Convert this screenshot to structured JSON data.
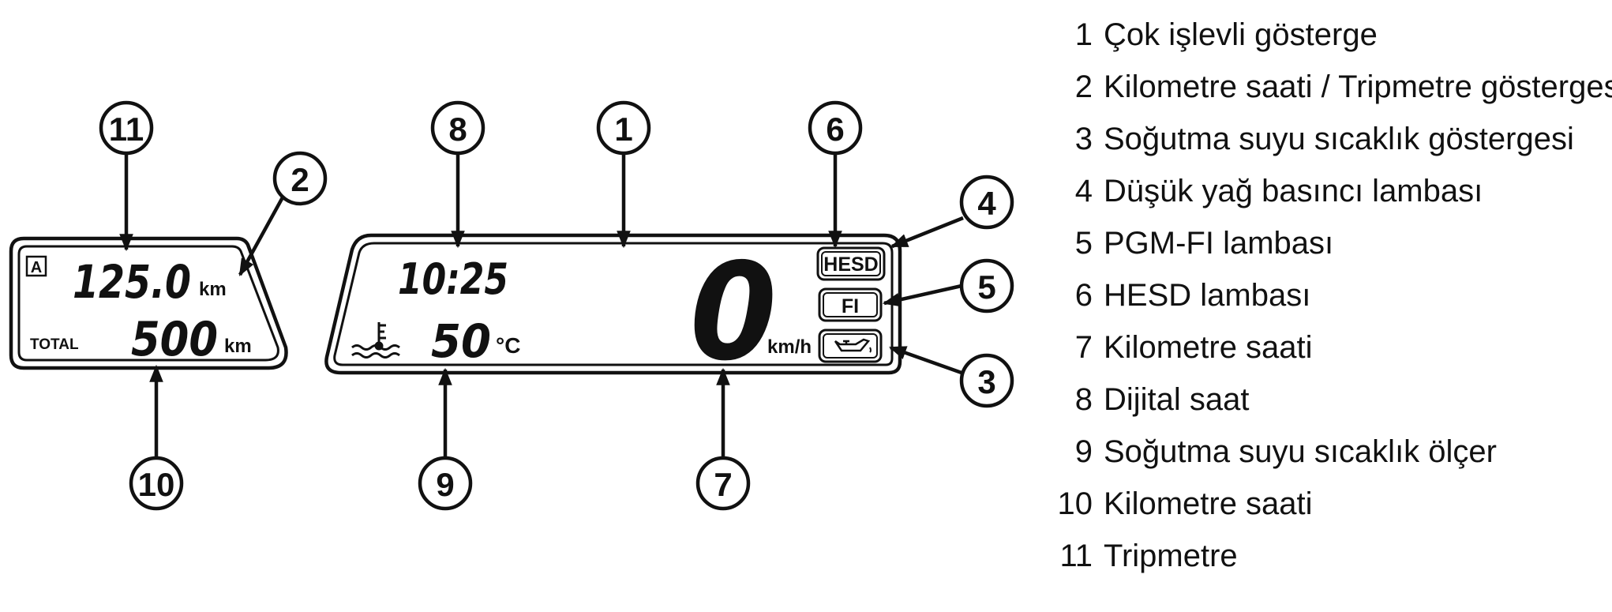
{
  "colors": {
    "ink": "#111111",
    "background": "#ffffff"
  },
  "display_left": {
    "trip_indicator": "A",
    "trip_value": "125.0",
    "trip_unit": "km",
    "total_label": "TOTAL",
    "total_value": "500",
    "total_unit": "km"
  },
  "display_main": {
    "clock": "10:25",
    "temperature_value": "50",
    "temperature_unit": "°C",
    "speed_value": "0",
    "speed_unit": "km/h",
    "hesd_lamp": "HESD",
    "fi_lamp": "FI",
    "temperature_icon": "coolant-temperature-icon",
    "oil_icon": "oil-can-icon"
  },
  "callouts": {
    "c1": "1",
    "c2": "2",
    "c3": "3",
    "c4": "4",
    "c5": "5",
    "c6": "6",
    "c7": "7",
    "c8": "8",
    "c9": "9",
    "c10": "10",
    "c11": "11"
  },
  "legend": [
    {
      "num": "1",
      "text": "Çok işlevli gösterge"
    },
    {
      "num": "2",
      "text": "Kilometre saati / Tripmetre göstergesi"
    },
    {
      "num": "3",
      "text": "Soğutma suyu sıcaklık göstergesi"
    },
    {
      "num": "4",
      "text": "Düşük yağ basıncı lambası"
    },
    {
      "num": "5",
      "text": "PGM-FI lambası"
    },
    {
      "num": "6",
      "text": "HESD lambası"
    },
    {
      "num": "7",
      "text": "Kilometre saati"
    },
    {
      "num": "8",
      "text": "Dijital saat"
    },
    {
      "num": "9",
      "text": "Soğutma suyu sıcaklık ölçer"
    },
    {
      "num": "10",
      "text": "Kilometre saati"
    },
    {
      "num": "11",
      "text": "Tripmetre"
    }
  ]
}
